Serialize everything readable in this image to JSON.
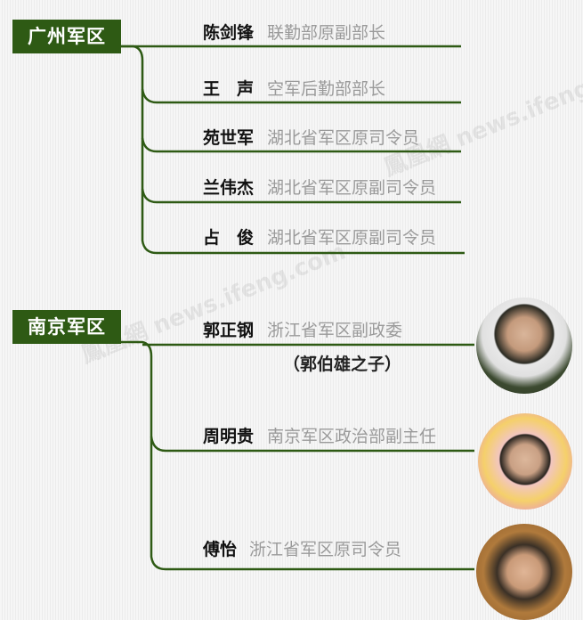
{
  "watermark": "鳳凰網 news.ifeng.com",
  "regions": [
    {
      "label": "广州军区",
      "people": [
        {
          "name": "陈剑锋",
          "title": "联勤部原副部长"
        },
        {
          "name": "王　声",
          "title": "空军后勤部部长"
        },
        {
          "name": "苑世军",
          "title": "湖北省军区原司令员"
        },
        {
          "name": "兰伟杰",
          "title": "湖北省军区原副司令员"
        },
        {
          "name": "占　俊",
          "title": "湖北省军区原副司令员"
        }
      ]
    },
    {
      "label": "南京军区",
      "people": [
        {
          "name": "郭正钢",
          "title": "浙江省军区副政委",
          "note": "（郭伯雄之子）"
        },
        {
          "name": "周明贵",
          "title": "南京军区政治部副主任"
        },
        {
          "name": "傅怡",
          "title": "浙江省军区原司令员"
        }
      ]
    }
  ],
  "colors": {
    "branch": "#2e5a14",
    "title_text": "#9a9a9a"
  }
}
